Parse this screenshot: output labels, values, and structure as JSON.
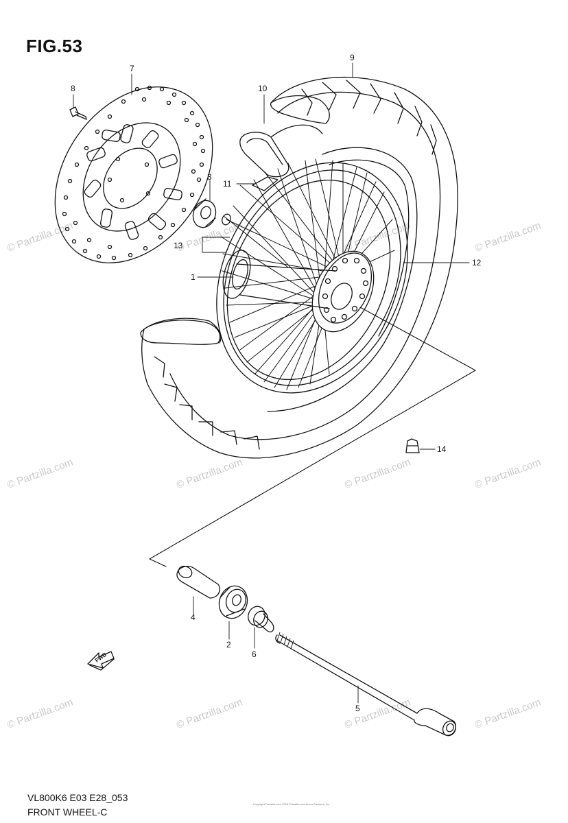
{
  "figure": {
    "title": "FIG.53",
    "model_code": "VL800K6 E03 E28_053",
    "caption": "FRONT WHEEL-C",
    "copyright": "Copyright Partzilla.com 2008. Partzilla.com Arrow Partners, Inc."
  },
  "watermark": {
    "text": "© Partzilla.com"
  },
  "direction_marker": {
    "label": "FWD"
  },
  "callouts": [
    {
      "id": "1",
      "part": "wheel-hub"
    },
    {
      "id": "2",
      "part": "bearing"
    },
    {
      "id": "3",
      "part": "bearing"
    },
    {
      "id": "4",
      "part": "spacer"
    },
    {
      "id": "5",
      "part": "axle"
    },
    {
      "id": "6",
      "part": "collar"
    },
    {
      "id": "7",
      "part": "brake-disc"
    },
    {
      "id": "8",
      "part": "disc-bolt"
    },
    {
      "id": "9",
      "part": "tire"
    },
    {
      "id": "10",
      "part": "tube"
    },
    {
      "id": "11",
      "part": "rim-band"
    },
    {
      "id": "12",
      "part": "rim"
    },
    {
      "id": "13",
      "part": "oil-seal"
    },
    {
      "id": "14",
      "part": "valve-cap"
    }
  ]
}
